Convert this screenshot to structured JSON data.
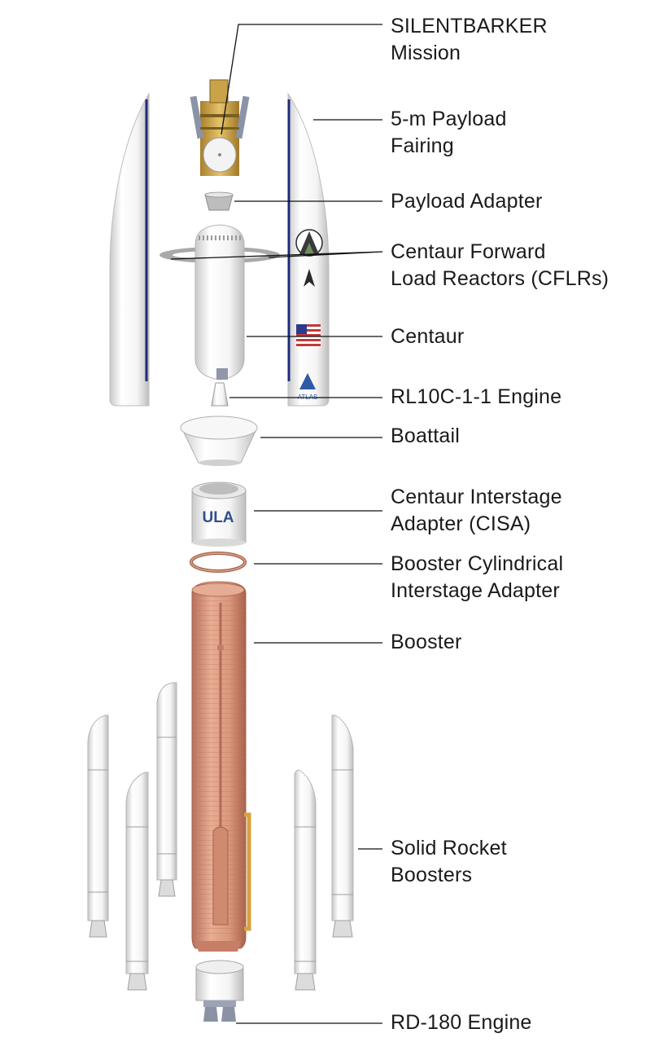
{
  "labels": {
    "mission": [
      "SILENTBARKER",
      "Mission"
    ],
    "fairing": [
      "5-m Payload",
      "Fairing"
    ],
    "payload_adapter": [
      "Payload Adapter"
    ],
    "cflr": [
      "Centaur Forward",
      "Load Reactors (CFLRs)"
    ],
    "centaur": [
      "Centaur"
    ],
    "rl10": [
      "RL10C-1-1 Engine"
    ],
    "boattail": [
      "Boattail"
    ],
    "cisa": [
      "Centaur Interstage",
      "Adapter (CISA)"
    ],
    "bcia": [
      "Booster Cylindrical",
      "Interstage Adapter"
    ],
    "booster": [
      "Booster"
    ],
    "srb": [
      "Solid Rocket",
      "Boosters"
    ],
    "rd180": [
      "RD-180 Engine"
    ]
  },
  "decals": {
    "cisa_logo": "ULA",
    "fairing_logo": "ATLAS"
  },
  "colors": {
    "booster": "#d9967a",
    "fairing_stripe": "#1e2a7a",
    "leader_line": "#111111",
    "component": "#f2f2f2"
  }
}
